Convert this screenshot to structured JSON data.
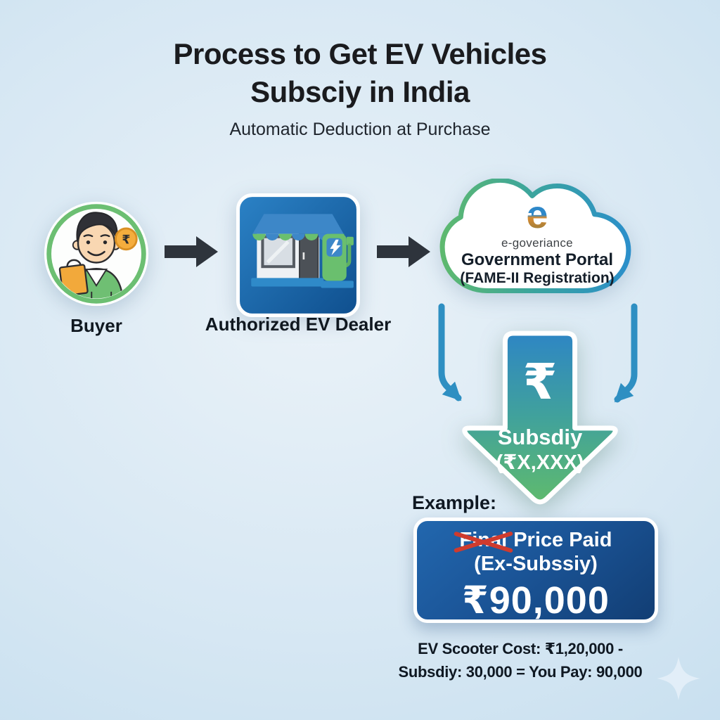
{
  "header": {
    "title_line1": "Process to Get EV Vehicles",
    "title_line2": "Subsciy in India",
    "subtitle": "Automatic Deduction at Purchase"
  },
  "flow": {
    "buyer": {
      "label": "Buyer",
      "icon": "buyer-person-icon",
      "coin_symbol": "₹"
    },
    "connector1": {
      "icon": "right-arrow-icon"
    },
    "dealer": {
      "label": "Authorized EV Dealer",
      "icon": "ev-dealer-storefront-icon"
    },
    "connector2": {
      "icon": "right-arrow-icon"
    },
    "portal": {
      "icon": "cloud-icon",
      "logo_icon": "e-governance-logo-icon",
      "logo_letter": "e",
      "logo_caption": "e-goveriance",
      "name": "Government Portal",
      "registration": "(FAME-II Registration)"
    },
    "drop_connectors": {
      "icon": "curved-down-arrow-icon"
    },
    "subsidy": {
      "icon": "big-down-arrow-icon",
      "currency_symbol": "₹",
      "label": "Subsdiy",
      "amount_placeholder": "(₹X,XXX)"
    }
  },
  "example": {
    "heading": "Example:",
    "price_box": {
      "struck_word": "Final",
      "title_rest": "Price Paid",
      "subtitle": "(Ex-Subssiy)",
      "amount": "₹90,000"
    },
    "calc_line1": "EV Scooter Cost: ₹1,20,000 -",
    "calc_line2": "Subsdiy: 30,000 = You Pay: 90,000"
  },
  "decoration": {
    "icon": "sparkle-icon"
  },
  "colors": {
    "background_center": "#eaf2f8",
    "background_edge": "#bedaed",
    "title_text": "#1a1b1e",
    "body_text": "#0f1822",
    "flow_arrow_dark": "#2e343c",
    "buyer_ring_green": "#6cbf72",
    "dealer_tile_blue_top": "#2b82c6",
    "dealer_tile_blue_bottom": "#0f4f8e",
    "awning_green": "#6abf6e",
    "awning_blue": "#3d87c8",
    "cloud_border_green": "#5eb96f",
    "cloud_border_blue": "#2b8fca",
    "curved_arrow_blue": "#2e8fc2",
    "subsidy_arrow_blue": "#2e86c4",
    "subsidy_arrow_green": "#5fba6e",
    "price_box_blue": "#123e74",
    "strike_red": "#cf3b2e",
    "coin_orange": "#f2a93b",
    "white": "#ffffff"
  }
}
